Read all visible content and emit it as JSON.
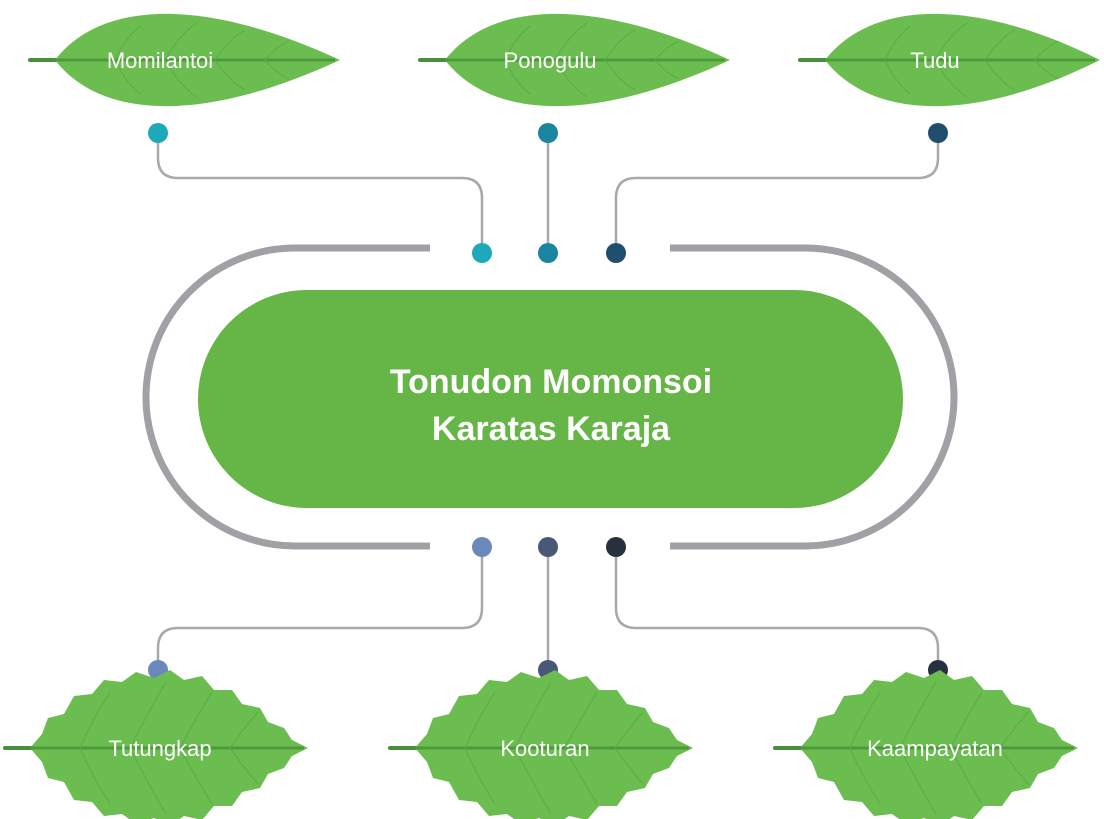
{
  "center": {
    "line1": "Tonudon Momonsoi",
    "line2": "Karatas Karaja"
  },
  "top_leaves": [
    {
      "label": "Momilantoi",
      "dot_color": "#1ea9b8"
    },
    {
      "label": "Ponogulu",
      "dot_color": "#1b84a0"
    },
    {
      "label": "Tudu",
      "dot_color": "#1f4e6e"
    }
  ],
  "bottom_leaves": [
    {
      "label": "Tutungkap",
      "dot_color": "#6b88bb"
    },
    {
      "label": "Kooturan",
      "dot_color": "#4a5878"
    },
    {
      "label": "Kaampayatan",
      "dot_color": "#26303e"
    }
  ],
  "colors": {
    "leaf_green": "#6cbd4f",
    "center_green": "#66b547",
    "ring_gray": "#a0a0a5",
    "connector_gray": "#a8a8ad"
  }
}
